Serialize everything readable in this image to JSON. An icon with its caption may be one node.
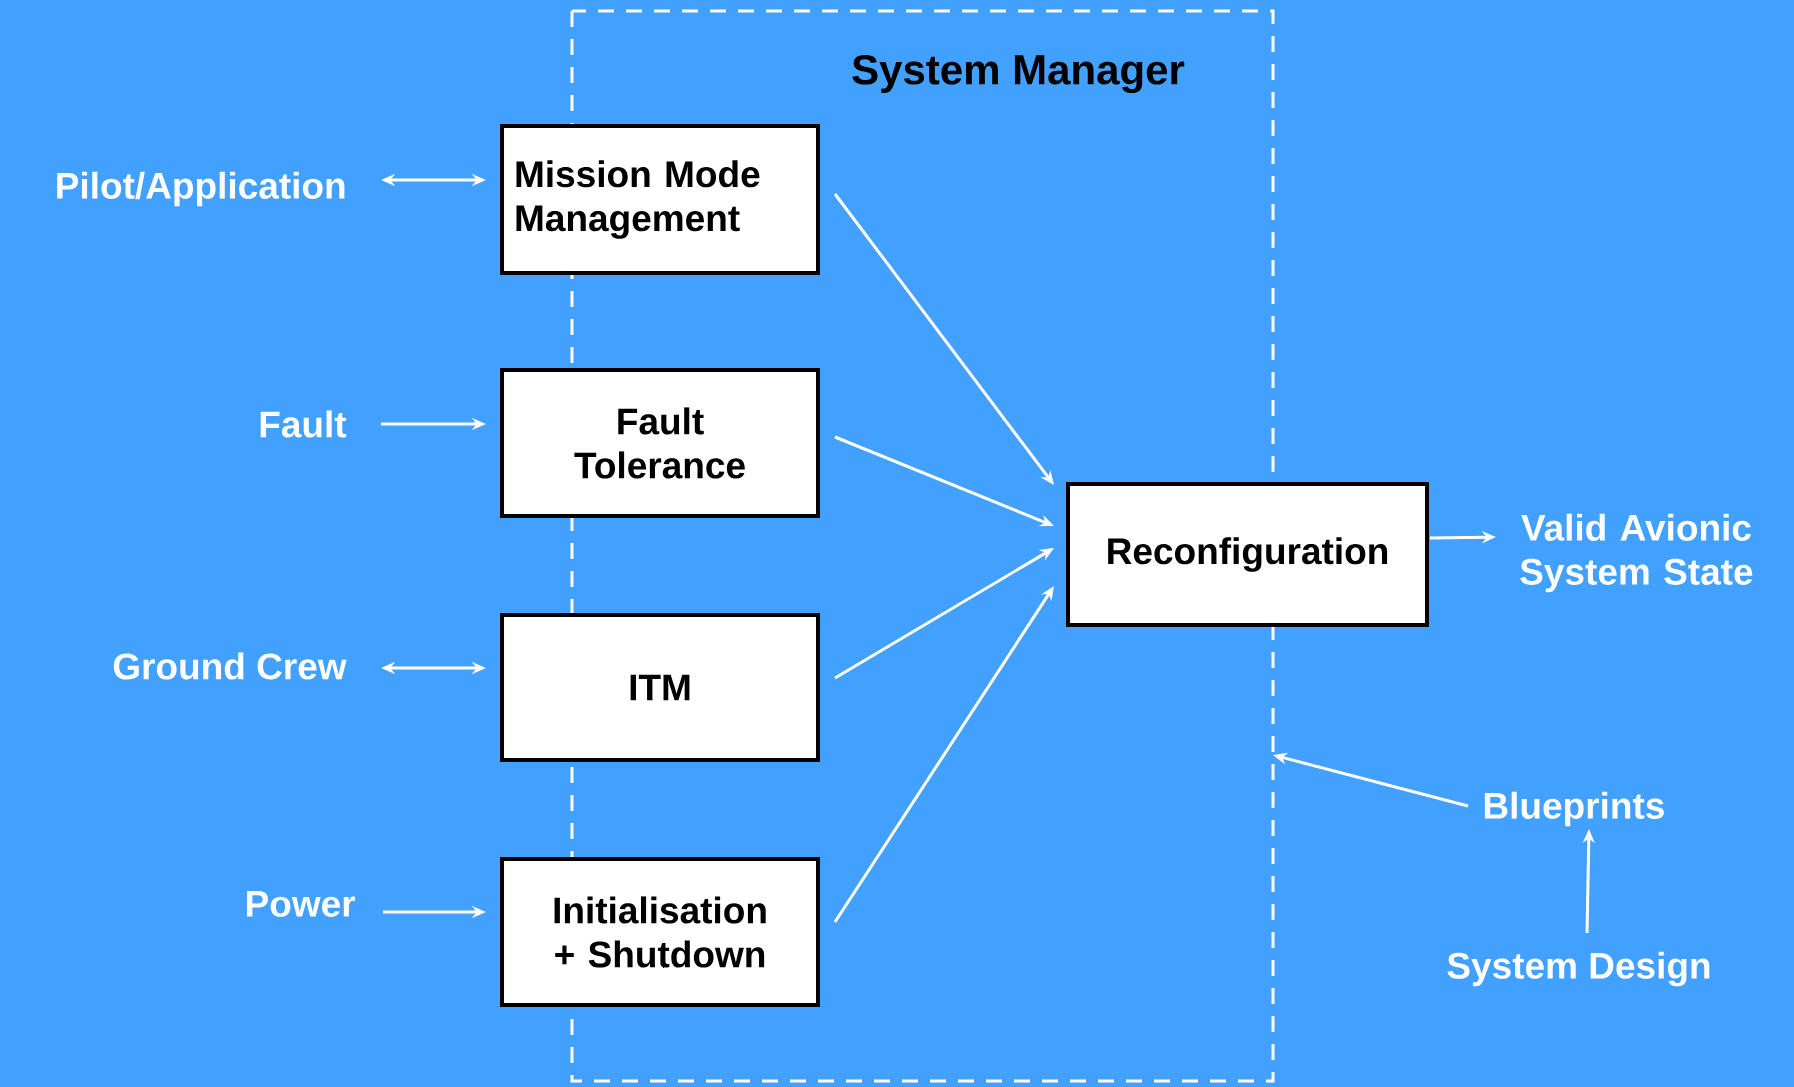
{
  "diagram": {
    "nodes": [
      {
        "text": [
          "Mission Mode Management"
        ]
      },
      {
        "text": [
          "Fault Tolerance"
        ]
      },
      {
        "text": [
          "ITM"
        ]
      },
      {
        "text": [
          "Initialisation + Shutdown"
        ]
      },
      {
        "text": [
          "Reconfiguration"
        ]
      },
      {
        "text": [
          "Pilot/Application"
        ]
      },
      {
        "text": [
          "Fault"
        ]
      },
      {
        "text": [
          "Ground Crew"
        ]
      },
      {
        "text": [
          "Power"
        ]
      },
      {
        "text": [
          "Valid Avionic System State"
        ]
      },
      {
        "text": [
          "Blueprints"
        ]
      },
      {
        "text": [
          "System Design"
        ]
      }
    ],
    "edges": [
      {
        "from": 5,
        "to": 0,
        "arrow": "both"
      },
      {
        "from": 6,
        "to": 1,
        "arrow": "to"
      },
      {
        "from": 7,
        "to": 2,
        "arrow": "both"
      },
      {
        "from": 8,
        "to": 3,
        "arrow": "to"
      },
      {
        "from": 0,
        "to": 4,
        "arrow": "to"
      },
      {
        "from": 1,
        "to": 4,
        "arrow": "to"
      },
      {
        "from": 2,
        "to": 4,
        "arrow": "to"
      },
      {
        "from": 3,
        "to": 4,
        "arrow": "to"
      },
      {
        "from": 4,
        "to": 9,
        "arrow": "to"
      },
      {
        "from": 10,
        "to": null,
        "arrow": "to"
      },
      {
        "from": 11,
        "to": 10,
        "arrow": "to"
      }
    ],
    "labels": [
      "System Manager"
    ]
  }
}
